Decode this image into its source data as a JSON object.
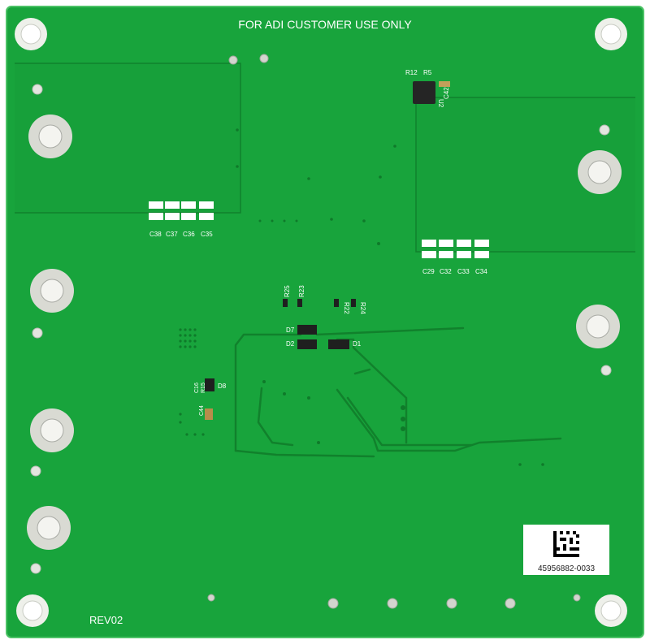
{
  "board": {
    "header_text": "FOR ADI CUSTOMER USE ONLY",
    "revision": "REV02",
    "serial_label": "45956882-0033",
    "colors": {
      "soldermask": "#18a43c",
      "copper": "#1c9637",
      "silkscreen": "#ffffff",
      "pad": "#d9dad3"
    }
  },
  "refdes": {
    "c38": "C38",
    "c37": "C37",
    "c36": "C36",
    "c35": "C35",
    "c29": "C29",
    "c32": "C32",
    "c33": "C33",
    "c34": "C34",
    "r12": "R12",
    "r5": "R5",
    "u2": "U2",
    "c42": "C42",
    "r25": "R25",
    "r23": "R23",
    "r22": "R22",
    "r24": "R24",
    "d7": "D7",
    "d2": "D2",
    "d1": "D1",
    "d8": "D8",
    "c16": "C16",
    "r15": "R15",
    "c44": "C44"
  }
}
